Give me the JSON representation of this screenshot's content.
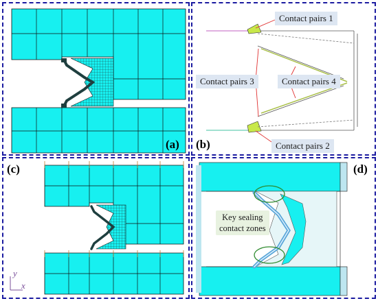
{
  "panels": {
    "a": {
      "label": "(a)"
    },
    "b": {
      "label": "(b)",
      "callouts": {
        "cp1": "Contact pairs 1",
        "cp2": "Contact pairs 2",
        "cp3": "Contact pairs 3",
        "cp4": "Contact pairs 4"
      }
    },
    "c": {
      "label": "(c)",
      "axis_y": "y",
      "axis_x": "x"
    },
    "d": {
      "label": "(d)",
      "callout_line1": "Key sealing",
      "callout_line2": "contact zones"
    }
  },
  "colors": {
    "mesh_fill": "#17f0f0",
    "mesh_line": "#111111",
    "frame": "#1a1aa0",
    "callout_bg": "#dde6f2",
    "leader": "#e03030",
    "seal_dark": "#1f3f3f"
  }
}
